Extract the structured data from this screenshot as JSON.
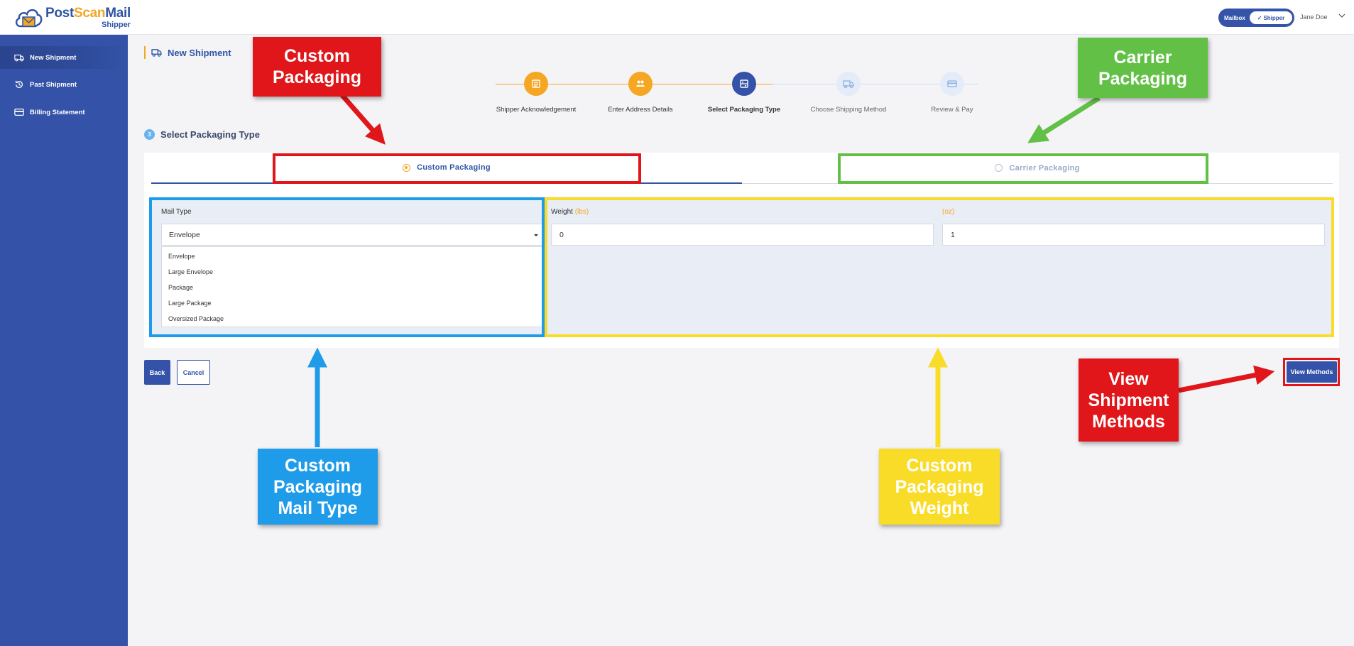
{
  "header": {
    "logo_main_a": "Post",
    "logo_main_b": "Scan",
    "logo_main_c": "Mail",
    "logo_sub": "Shipper",
    "toggle_left": "Mailbox",
    "toggle_right": "Shipper",
    "user_name": "Jane Doe"
  },
  "sidebar": {
    "items": [
      {
        "label": "New Shipment",
        "icon": "truck-icon",
        "active": true
      },
      {
        "label": "Past Shipment",
        "icon": "history-icon",
        "active": false
      },
      {
        "label": "Billing Statement",
        "icon": "card-icon",
        "active": false
      }
    ]
  },
  "page": {
    "title": "New Shipment",
    "section_number": "3",
    "section_title": "Select Packaging Type"
  },
  "stepper": {
    "steps": [
      {
        "label": "Shipper Acknowledgement",
        "icon": "document-icon",
        "state": "done"
      },
      {
        "label": "Enter Address Details",
        "icon": "users-icon",
        "state": "done"
      },
      {
        "label": "Select Packaging Type",
        "icon": "package-list-icon",
        "state": "current"
      },
      {
        "label": "Choose Shipping Method",
        "icon": "truck-icon",
        "state": "future"
      },
      {
        "label": "Review & Pay",
        "icon": "card-icon",
        "state": "future"
      }
    ],
    "colors": {
      "done": "#f5a623",
      "current": "#3453a8",
      "future": "#e3ecf8"
    }
  },
  "tabs": {
    "custom": "Custom Packaging",
    "carrier": "Carrier Packaging",
    "selected": "custom"
  },
  "form": {
    "mail_type_label": "Mail Type",
    "mail_type_value": "Envelope",
    "mail_type_options": [
      "Envelope",
      "Large Envelope",
      "Package",
      "Large Package",
      "Oversized Package"
    ],
    "weight_label": "Weight",
    "weight_unit_lbs": "(lbs)",
    "weight_unit_oz": "(oz)",
    "weight_lbs_value": "0",
    "weight_oz_value": "1"
  },
  "buttons": {
    "back": "Back",
    "cancel": "Cancel",
    "view_methods": "View Methods"
  },
  "annotations": {
    "custom_packaging": "Custom\nPackaging",
    "carrier_packaging": "Carrier\nPackaging",
    "mail_type": "Custom\nPackaging\nMail Type",
    "weight": "Custom\nPackaging\nWeight",
    "view_methods": "View\nShipment\nMethods",
    "colors": {
      "red": "#e0161a",
      "green": "#62c046",
      "blue": "#1e9be9",
      "yellow": "#f9dc28"
    }
  }
}
